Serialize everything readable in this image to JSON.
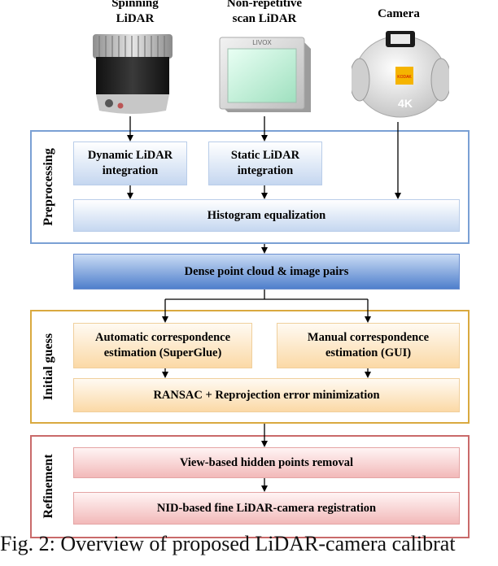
{
  "devices": {
    "spinning": {
      "label_line1": "Spinning",
      "label_line2": "LiDAR"
    },
    "nonrepetitive": {
      "label_line1": "Non-repetitive",
      "label_line2": "scan LiDAR",
      "brand": "LIVOX"
    },
    "camera": {
      "label": "Camera",
      "brand": "KODAK",
      "badge": "4K"
    }
  },
  "stages": {
    "preprocessing": {
      "label": "Preprocessing"
    },
    "initial_guess": {
      "label": "Initial guess"
    },
    "refinement": {
      "label": "Refinement"
    }
  },
  "boxes": {
    "dynamic_line1": "Dynamic LiDAR",
    "dynamic_line2": "integration",
    "static_line1": "Static LiDAR",
    "static_line2": "integration",
    "histogram": "Histogram equalization",
    "dense": "Dense point cloud & image pairs",
    "auto_line1": "Automatic correspondence",
    "auto_line2": "estimation (SuperGlue)",
    "manual_line1": "Manual correspondence",
    "manual_line2": "estimation (GUI)",
    "ransac": "RANSAC + Reprojection error minimization",
    "view_removal": "View-based hidden points removal",
    "nid": "NID-based fine LiDAR-camera registration"
  },
  "caption": "Fig. 2: Overview of proposed LiDAR-camera calibrat",
  "colors": {
    "preprocessing_border": "#7aa0d4",
    "initial_guess_border": "#d9a93f",
    "refinement_border": "#c96a6a"
  }
}
